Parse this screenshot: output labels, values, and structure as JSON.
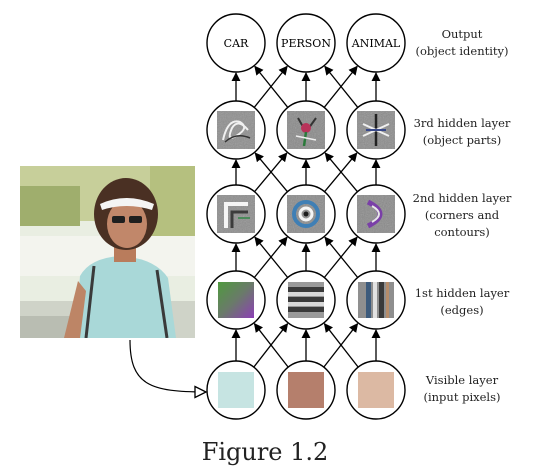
{
  "output_nodes": [
    "CAR",
    "PERSON",
    "ANIMAL"
  ],
  "layers": [
    {
      "id": "output",
      "line1": "Output",
      "line2": "(object identity)",
      "line3": ""
    },
    {
      "id": "hidden3",
      "line1": "3rd hidden layer",
      "line2": "(object parts)",
      "line3": ""
    },
    {
      "id": "hidden2",
      "line1": "2nd hidden layer",
      "line2": "(corners and",
      "line3": "contours)"
    },
    {
      "id": "hidden1",
      "line1": "1st hidden layer",
      "line2": "(edges)",
      "line3": ""
    },
    {
      "id": "visible",
      "line1": "Visible layer",
      "line2": "(input pixels)",
      "line3": ""
    }
  ],
  "visible_pixel_colors": [
    "#c6e4e2",
    "#b57f6c",
    "#dcb9a3"
  ],
  "caption": "Figure 1.2"
}
